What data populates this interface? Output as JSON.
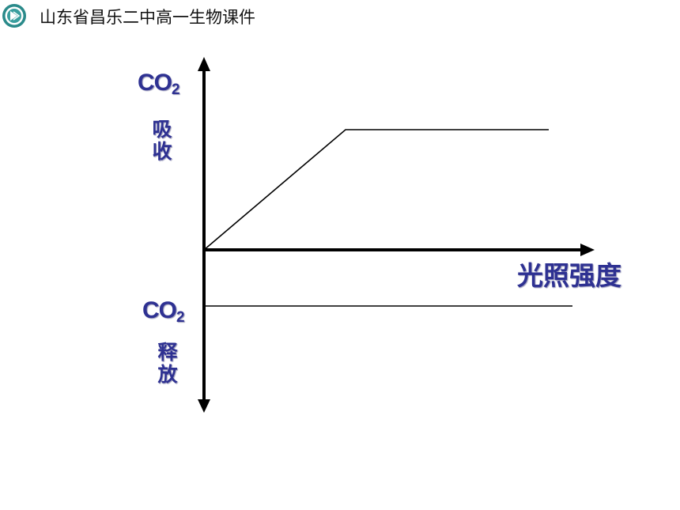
{
  "header": {
    "title": "山东省昌乐二中高一生物课件"
  },
  "labels": {
    "co2_top": "CO",
    "co2_top_sub": "2",
    "absorb": "吸收",
    "co2_bottom": "CO",
    "co2_bottom_sub": "2",
    "release": "释放",
    "x_axis": "光照强度"
  },
  "colors": {
    "label_text": "#2e3192",
    "lines": "#000000",
    "logo_teal": "#2a8a8a"
  },
  "icons": {
    "logo": "school-emblem-icon"
  }
}
